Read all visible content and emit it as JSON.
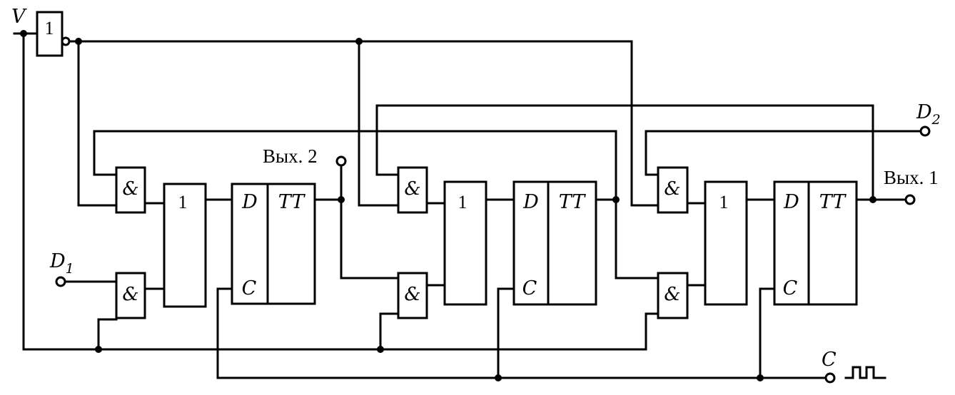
{
  "inputs": {
    "v_label": "V",
    "d1_label": "D",
    "d1_sub": "1",
    "d2_label": "D",
    "d2_sub": "2",
    "c_label": "C"
  },
  "outputs": {
    "out1_label": "Вых. 1",
    "out2_label": "Вых. 2"
  },
  "gates": {
    "inverter_symbol": "1",
    "and_symbol": "&",
    "or_symbol": "1"
  },
  "flipflop": {
    "d_pin": "D",
    "c_pin": "C",
    "type_label": "TT"
  }
}
